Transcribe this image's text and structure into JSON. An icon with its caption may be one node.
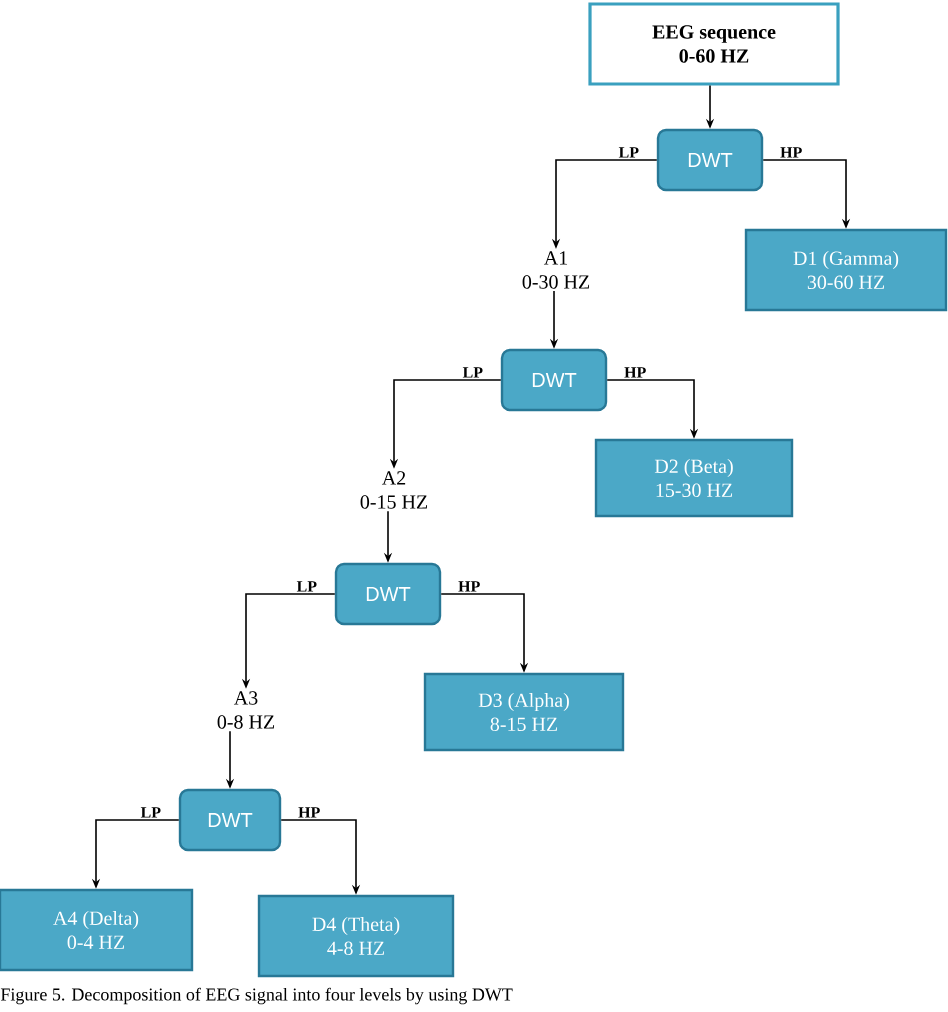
{
  "diagram": {
    "caption": "Figure 5. Decomposition of EEG signal into four levels by using DWT",
    "nodes": [
      {
        "text": [
          "EEG sequence",
          "0-60 HZ"
        ]
      },
      {
        "text": [
          "DWT"
        ]
      },
      {
        "text": [
          "D1 (Gamma)",
          "30-60 HZ"
        ]
      },
      {
        "text": [
          "A1",
          "0-30 HZ"
        ]
      },
      {
        "text": [
          "DWT"
        ]
      },
      {
        "text": [
          "D2 (Beta)",
          "15-30 HZ"
        ]
      },
      {
        "text": [
          "A2",
          "0-15 HZ"
        ]
      },
      {
        "text": [
          "DWT"
        ]
      },
      {
        "text": [
          "D3 (Alpha)",
          "8-15 HZ"
        ]
      },
      {
        "text": [
          "A3",
          "0-8 HZ"
        ]
      },
      {
        "text": [
          "DWT"
        ]
      },
      {
        "text": [
          "A4 (Delta)",
          "0-4 HZ"
        ]
      },
      {
        "text": [
          "D4 (Theta)",
          "4-8 HZ"
        ]
      }
    ],
    "edges": [
      {
        "from": 0,
        "to": 1,
        "arrow": "to"
      },
      {
        "from": 1,
        "to": 3,
        "arrow": "to",
        "label": "LP"
      },
      {
        "from": 1,
        "to": 2,
        "arrow": "to",
        "label": "HP"
      },
      {
        "from": 3,
        "to": 4,
        "arrow": "to"
      },
      {
        "from": 4,
        "to": 6,
        "arrow": "to",
        "label": "LP"
      },
      {
        "from": 4,
        "to": 5,
        "arrow": "to",
        "label": "HP"
      },
      {
        "from": 6,
        "to": 7,
        "arrow": "to"
      },
      {
        "from": 7,
        "to": 9,
        "arrow": "to",
        "label": "LP"
      },
      {
        "from": 7,
        "to": 8,
        "arrow": "to",
        "label": "HP"
      },
      {
        "from": 9,
        "to": 10,
        "arrow": "to"
      },
      {
        "from": 10,
        "to": 11,
        "arrow": "to",
        "label": "LP"
      },
      {
        "from": 10,
        "to": 12,
        "arrow": "to",
        "label": "HP"
      }
    ]
  }
}
